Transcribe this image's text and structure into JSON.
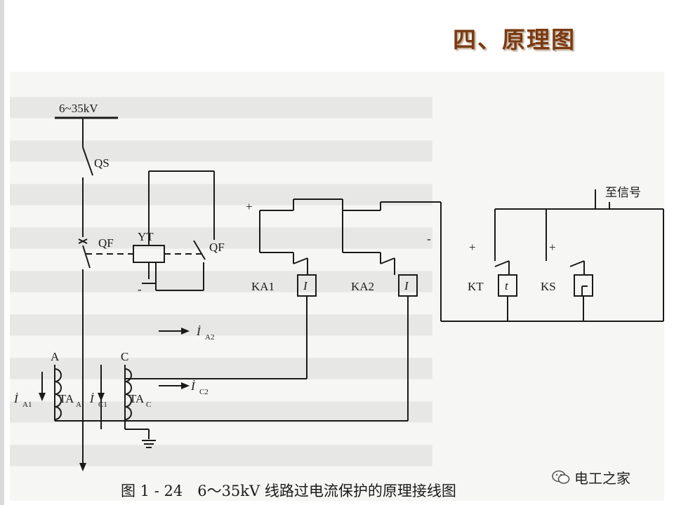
{
  "slide": {
    "title": "四、原理图"
  },
  "figure": {
    "caption": "图 1 - 24　6～35kV 线路过电流保护的原理接线图",
    "bus_voltage": "6~35kV",
    "labels": {
      "qs": "QS",
      "qf_left": "QF",
      "qf_right": "QF",
      "yt": "YT",
      "ka1": "KA1",
      "ka2": "KA2",
      "kt": "KT",
      "ks": "KS",
      "ka1_coil": "I",
      "ka2_coil": "I",
      "kt_coil": "t",
      "phase_a": "A",
      "phase_c": "C",
      "ta_a": "TA",
      "ta_a_sub": "A",
      "ta_c": "TA",
      "ta_c_sub": "C",
      "i_a1": "İ",
      "i_a1_sub": "A1",
      "i_c1": "İ",
      "i_c1_sub": "C1",
      "i_a2": "İ",
      "i_a2_sub": "A2",
      "i_c2": "İ",
      "i_c2_sub": "C2",
      "to_signal": "至信号",
      "plus": "+",
      "minus": "-"
    }
  },
  "watermark": {
    "text": "电工之家",
    "icon": "wechat-icon"
  }
}
